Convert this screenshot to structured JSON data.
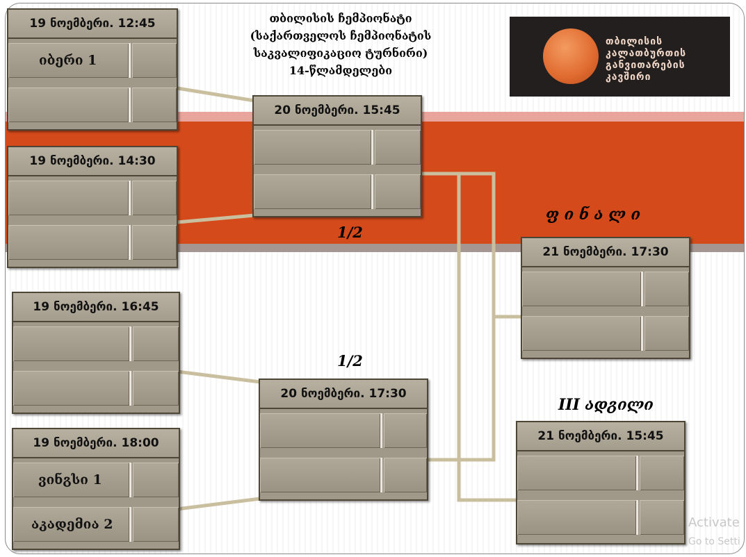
{
  "header": {
    "title_lines": [
      "თბილისის ჩემპიონატი",
      "(საქართველოს ჩემპიონატის",
      "საკვალიფიკაციო ტურნირი)",
      "14-წლამდელები"
    ]
  },
  "logo": {
    "text_lines": [
      "თბილისის",
      "კალათბურთის",
      "განვითარების",
      "კავშირი"
    ]
  },
  "rounds": {
    "semi_label_1": "1/2",
    "semi_label_2": "1/2",
    "final_label": "ფ ი ნ ა ლ ი",
    "third_label": "III ადგილი"
  },
  "matches": {
    "m1": {
      "date": "19 ნოემბერი. 12:45",
      "team1": "იბერი 1",
      "team2": ""
    },
    "m2": {
      "date": "19 ნოემბერი. 14:30",
      "team1": "",
      "team2": ""
    },
    "m3": {
      "date": "19 ნოემბერი. 16:45",
      "team1": "",
      "team2": ""
    },
    "m4": {
      "date": "19 ნოემბერი. 18:00",
      "team1": "ვინგსი 1",
      "team2": "აკადემია 2"
    },
    "s1": {
      "date": "20 ნოემბერი. 15:45",
      "team1": "",
      "team2": ""
    },
    "s2": {
      "date": "20 ნოემბერი. 17:30",
      "team1": "",
      "team2": ""
    },
    "final": {
      "date": "21 ნოემბერი. 17:30",
      "team1": "",
      "team2": ""
    },
    "third": {
      "date": "21 ნოემბერი. 15:45",
      "team1": "",
      "team2": ""
    }
  },
  "watermark": {
    "line1": "Activate",
    "line2": "Go to Setti"
  },
  "colors": {
    "band_orange": "#d54a1b",
    "band_light": "#e9a59c",
    "band_gray": "#a59692",
    "box_fill": "#a09888",
    "connector": "#c9bf9f"
  }
}
